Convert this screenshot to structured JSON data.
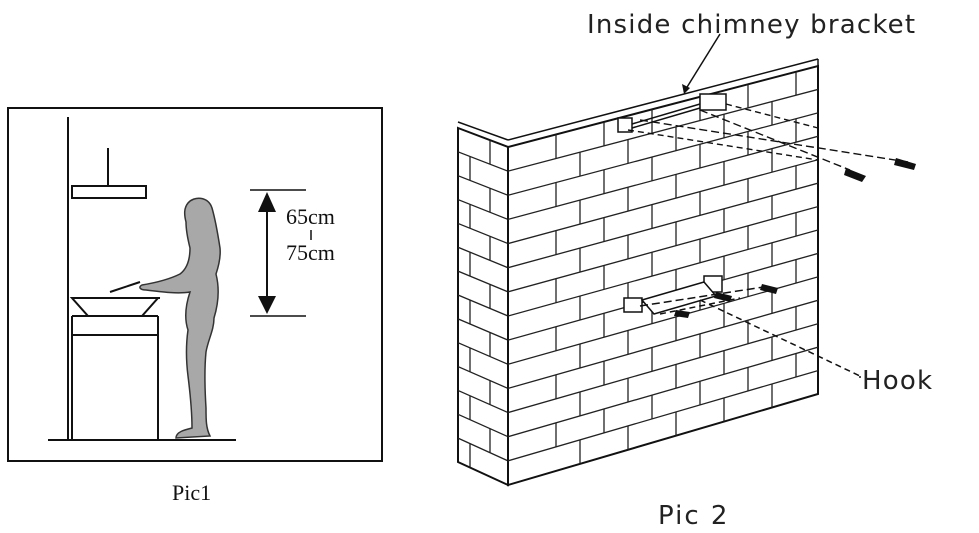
{
  "pic1": {
    "caption": "Pic1",
    "height_top": "65cm",
    "height_bottom": "75cm"
  },
  "pic2": {
    "caption": "Pic 2",
    "bracket_label": "Inside chimney bracket",
    "hook_label": "Hook"
  }
}
